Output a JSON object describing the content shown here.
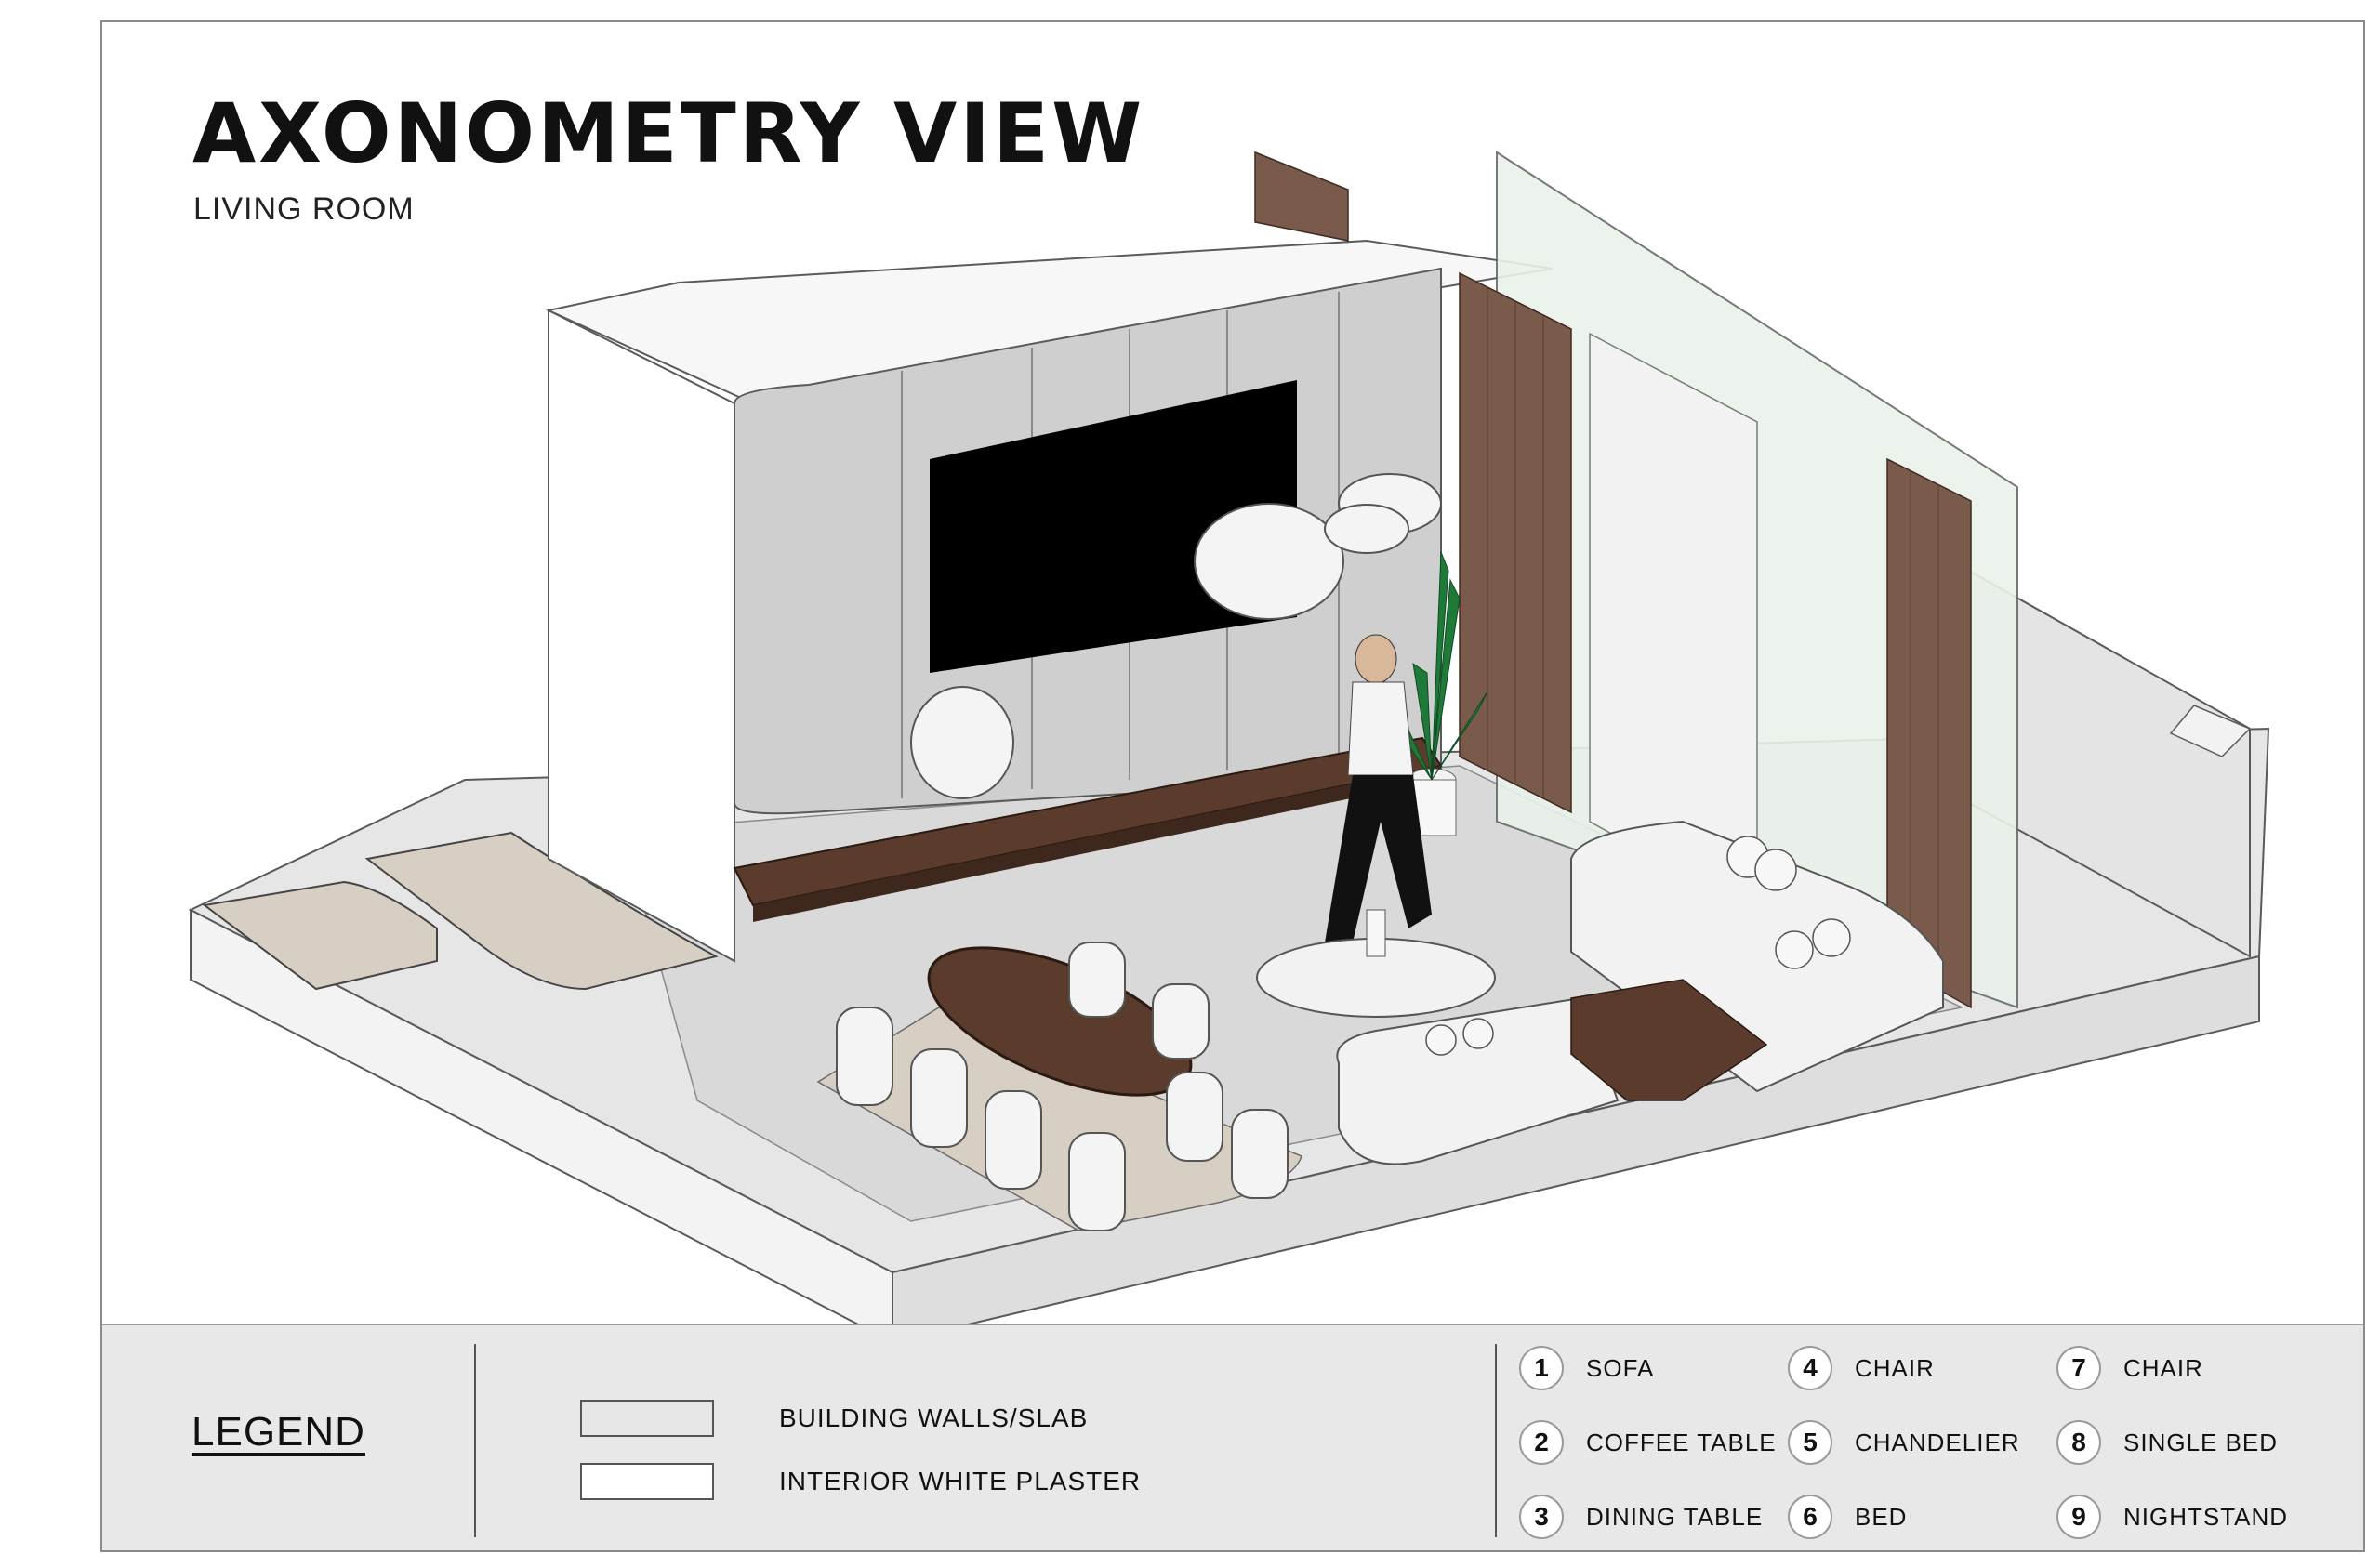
{
  "header": {
    "title": "AXONOMETRY VIEW",
    "subtitle": "LIVING ROOM"
  },
  "legend": {
    "title": "LEGEND",
    "swatches": [
      {
        "label": "BUILDING WALLS/SLAB",
        "color": "#e6e6e6"
      },
      {
        "label": "INTERIOR WHITE PLASTER",
        "color": "#ffffff"
      }
    ],
    "items": [
      {
        "number": "1",
        "label": "SOFA"
      },
      {
        "number": "2",
        "label": "COFFEE TABLE"
      },
      {
        "number": "3",
        "label": "DINING TABLE"
      },
      {
        "number": "4",
        "label": "CHAIR"
      },
      {
        "number": "5",
        "label": "CHANDELIER"
      },
      {
        "number": "6",
        "label": "BED"
      },
      {
        "number": "7",
        "label": "CHAIR"
      },
      {
        "number": "8",
        "label": "SINGLE BED"
      },
      {
        "number": "9",
        "label": "NIGHTSTAND"
      }
    ]
  },
  "colors": {
    "slab": "#e6e6e6",
    "wall": "#c9c9c9",
    "plaster": "#f4f4f4",
    "wood": "#5b3b2c",
    "curtain": "#7a5a4a",
    "rug": "#d8cfc4",
    "tv": "#000000",
    "plant": "#1f7a3a",
    "glass": "#dcecdf"
  }
}
